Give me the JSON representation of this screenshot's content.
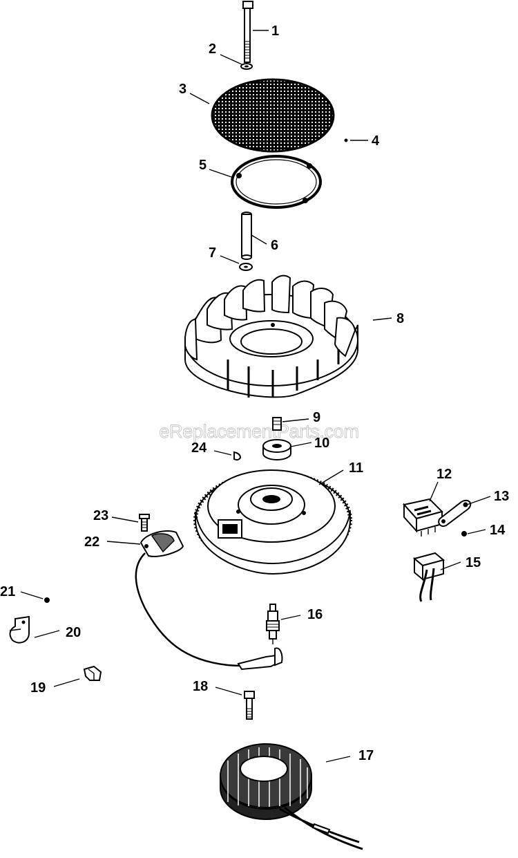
{
  "watermark": "eReplacementParts.com",
  "callouts": [
    {
      "id": "1",
      "label": "1"
    },
    {
      "id": "2",
      "label": "2"
    },
    {
      "id": "3",
      "label": "3"
    },
    {
      "id": "4",
      "label": "4"
    },
    {
      "id": "5",
      "label": "5"
    },
    {
      "id": "6",
      "label": "6"
    },
    {
      "id": "7",
      "label": "7"
    },
    {
      "id": "8",
      "label": "8"
    },
    {
      "id": "9",
      "label": "9"
    },
    {
      "id": "10",
      "label": "10"
    },
    {
      "id": "11",
      "label": "11"
    },
    {
      "id": "12",
      "label": "12"
    },
    {
      "id": "13",
      "label": "13"
    },
    {
      "id": "14",
      "label": "14"
    },
    {
      "id": "15",
      "label": "15"
    },
    {
      "id": "16",
      "label": "16"
    },
    {
      "id": "17",
      "label": "17"
    },
    {
      "id": "18",
      "label": "18"
    },
    {
      "id": "19",
      "label": "19"
    },
    {
      "id": "20",
      "label": "20"
    },
    {
      "id": "21",
      "label": "21"
    },
    {
      "id": "22",
      "label": "22"
    },
    {
      "id": "23",
      "label": "23"
    },
    {
      "id": "24",
      "label": "24"
    }
  ]
}
